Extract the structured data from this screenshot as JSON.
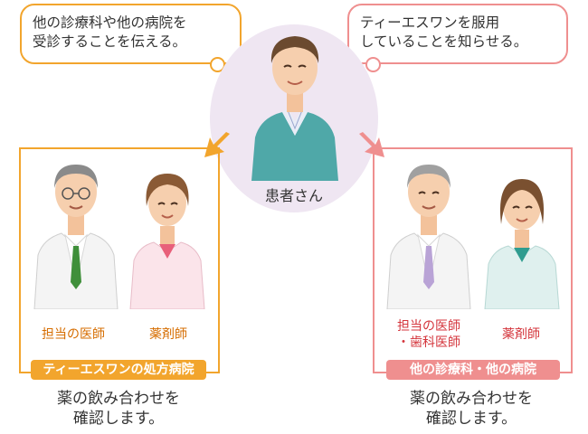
{
  "bubbles": {
    "left": [
      "他の診療科や他の病院を",
      "受診することを伝える。"
    ],
    "right": [
      "ティーエスワンを服用",
      "していることを知らせる。"
    ]
  },
  "patient": {
    "label": "患者さん"
  },
  "left_panel": {
    "roles": {
      "doctor": "担当の医師",
      "pharmacist": "薬剤師"
    },
    "tag": "ティーエスワンの処方病院",
    "footer": [
      "薬の飲み合わせを",
      "確認します。"
    ]
  },
  "right_panel": {
    "roles": {
      "doctor_line1": "担当の医師",
      "doctor_line2": "・歯科医師",
      "pharmacist": "薬剤師"
    },
    "tag": "他の診療科・他の病院",
    "footer": [
      "薬の飲み合わせを",
      "確認します。"
    ]
  },
  "colors": {
    "orange": "#f2a52d",
    "pink": "#ef8f8f",
    "patient_bg": "#efe6f2",
    "role_orange": "#d66d00",
    "role_red": "#d4353c"
  }
}
